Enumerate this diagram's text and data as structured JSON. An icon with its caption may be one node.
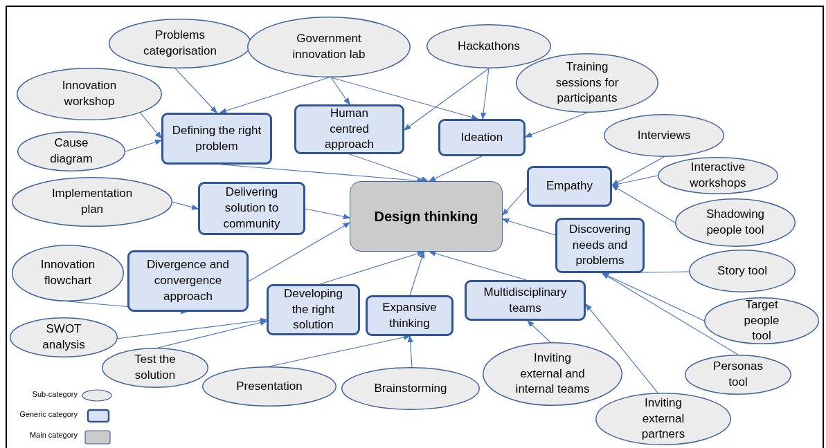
{
  "diagram": {
    "nodes": [
      {
        "text": [
          "Problems categorisation"
        ]
      },
      {
        "text": [
          "Government innovation lab"
        ]
      },
      {
        "text": [
          "Hackathons"
        ]
      },
      {
        "text": [
          "Innovation workshop"
        ]
      },
      {
        "text": [
          "Training sessions for participants"
        ]
      },
      {
        "text": [
          "Defining the right problem"
        ]
      },
      {
        "text": [
          "Human centred approach"
        ]
      },
      {
        "text": [
          "Ideation"
        ]
      },
      {
        "text": [
          "Cause diagram"
        ]
      },
      {
        "text": [
          "Interviews"
        ]
      },
      {
        "text": [
          "Interactive workshops"
        ]
      },
      {
        "text": [
          "Empathy"
        ]
      },
      {
        "text": [
          "Implementation plan"
        ]
      },
      {
        "text": [
          "Delivering solution to community"
        ]
      },
      {
        "text": [
          "Design thinking"
        ]
      },
      {
        "text": [
          "Shadowing people tool"
        ]
      },
      {
        "text": [
          "Discovering needs and problems"
        ]
      },
      {
        "text": [
          "Innovation flowchart"
        ]
      },
      {
        "text": [
          "Divergence and convergence approach"
        ]
      },
      {
        "text": [
          "Story tool"
        ]
      },
      {
        "text": [
          "Developing the right solution"
        ]
      },
      {
        "text": [
          "Expansive thinking"
        ]
      },
      {
        "text": [
          "Multidisciplinary teams"
        ]
      },
      {
        "text": [
          "SWOT analysis"
        ]
      },
      {
        "text": [
          "Test the solution"
        ]
      },
      {
        "text": [
          "Target people tool"
        ]
      },
      {
        "text": [
          "Presentation"
        ]
      },
      {
        "text": [
          "Brainstorming"
        ]
      },
      {
        "text": [
          "Inviting external and internal teams"
        ]
      },
      {
        "text": [
          "Personas tool"
        ]
      },
      {
        "text": [
          "Inviting external partners"
        ]
      }
    ],
    "edges": [
      {
        "from": 0,
        "to": 5,
        "arrow": "to"
      },
      {
        "from": 1,
        "to": 5,
        "arrow": "to"
      },
      {
        "from": 1,
        "to": 6,
        "arrow": "to"
      },
      {
        "from": 1,
        "to": 7,
        "arrow": "to"
      },
      {
        "from": 2,
        "to": 6,
        "arrow": "to"
      },
      {
        "from": 2,
        "to": 7,
        "arrow": "to"
      },
      {
        "from": 4,
        "to": 7,
        "arrow": "to"
      },
      {
        "from": 3,
        "to": 5,
        "arrow": "to"
      },
      {
        "from": 8,
        "to": 5,
        "arrow": "to"
      },
      {
        "from": 5,
        "to": 14,
        "arrow": "to"
      },
      {
        "from": 6,
        "to": 14,
        "arrow": "to"
      },
      {
        "from": 7,
        "to": 14,
        "arrow": "to"
      },
      {
        "from": 9,
        "to": 11,
        "arrow": "to"
      },
      {
        "from": 10,
        "to": 11,
        "arrow": "to"
      },
      {
        "from": 15,
        "to": 11,
        "arrow": "to"
      },
      {
        "from": 11,
        "to": 14,
        "arrow": "to"
      },
      {
        "from": 12,
        "to": 13,
        "arrow": "to"
      },
      {
        "from": 13,
        "to": 14,
        "arrow": "to"
      },
      {
        "from": 16,
        "to": 14,
        "arrow": "to"
      },
      {
        "from": 18,
        "to": 14,
        "arrow": "to"
      },
      {
        "from": 17,
        "to": 18,
        "arrow": "to"
      },
      {
        "from": 23,
        "to": 20,
        "arrow": "to"
      },
      {
        "from": 24,
        "to": 20,
        "arrow": "to"
      },
      {
        "from": 20,
        "to": 14,
        "arrow": "to"
      },
      {
        "from": 21,
        "to": 14,
        "arrow": "to"
      },
      {
        "from": 22,
        "to": 14,
        "arrow": "to"
      },
      {
        "from": 26,
        "to": 21,
        "arrow": "to"
      },
      {
        "from": 27,
        "to": 21,
        "arrow": "to"
      },
      {
        "from": 28,
        "to": 22,
        "arrow": "to"
      },
      {
        "from": 30,
        "to": 22,
        "arrow": "to"
      },
      {
        "from": 19,
        "to": 16,
        "arrow": "to"
      },
      {
        "from": 25,
        "to": 16,
        "arrow": "to"
      },
      {
        "from": 29,
        "to": 16,
        "arrow": "to"
      }
    ],
    "legend": [
      {
        "text": "Sub-category",
        "color": "#ececec"
      },
      {
        "text": "Generic category",
        "color": "#dae3f3"
      },
      {
        "text": "Main category",
        "color": "#cbcbcb"
      }
    ]
  }
}
